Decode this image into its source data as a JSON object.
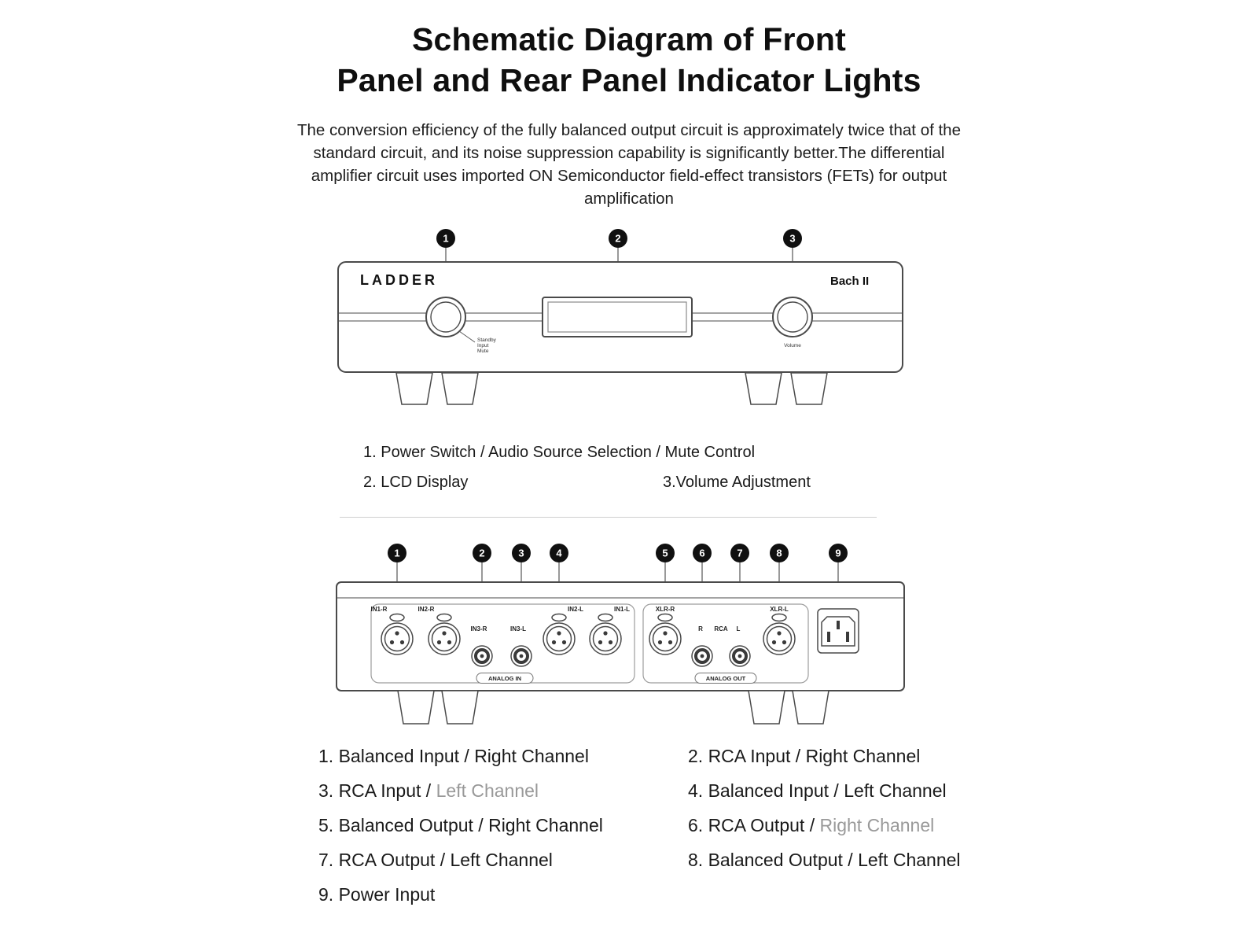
{
  "header": {
    "title_line1": "Schematic Diagram of Front",
    "title_line2": "Panel and Rear Panel Indicator Lights",
    "description": "The conversion efficiency of the fully balanced output circuit is approximately twice that of the standard circuit, and its noise suppression capability is significantly better.The differential amplifier circuit uses imported ON Semiconductor field-effect transistors (FETs) for output amplification"
  },
  "front_panel": {
    "callouts": [
      "1",
      "2",
      "3"
    ],
    "brand": "LADDER",
    "model": "Bach II",
    "knob_labels": [
      "Standby",
      "Input",
      "Mute"
    ],
    "volume_label": "Volume",
    "legend": {
      "item1": "1. Power Switch / Audio Source Selection / Mute Control",
      "item2": "2. LCD Display",
      "item3": "3.Volume Adjustment"
    }
  },
  "rear_panel": {
    "callouts": [
      "1",
      "2",
      "3",
      "4",
      "5",
      "6",
      "7",
      "8",
      "9"
    ],
    "connectors": {
      "in1r": "IN1-R",
      "in2r": "IN2-R",
      "in3r": "IN3-R",
      "in3l": "IN3-L",
      "in2l": "IN2-L",
      "in1l": "IN1-L",
      "xlrr": "XLR-R",
      "rca_r": "R",
      "rca": "RCA",
      "rca_l": "L",
      "xlrl": "XLR-L",
      "analog_in": "ANALOG IN",
      "analog_out": "ANALOG OUT"
    },
    "legend_left": [
      {
        "text": "1. Balanced Input / Right Channel",
        "muted": ""
      },
      {
        "text": "3. RCA Input /",
        "muted": " Left Channel"
      },
      {
        "text": "5. Balanced Output / Right Channel",
        "muted": ""
      },
      {
        "text": "7. RCA Output / Left Channel",
        "muted": ""
      },
      {
        "text": "9. Power Input",
        "muted": ""
      }
    ],
    "legend_right": [
      {
        "text": "2. RCA Input / Right Channel",
        "muted": ""
      },
      {
        "text": "4. Balanced Input / Left Channel",
        "muted": ""
      },
      {
        "text": "6. RCA Output /",
        "muted": " Right Channel"
      },
      {
        "text": "8. Balanced Output / Left Channel",
        "muted": ""
      }
    ]
  },
  "colors": {
    "text": "#1a1a1a",
    "muted_text": "#999999",
    "line": "#4a4a4a",
    "badge": "#101010"
  }
}
